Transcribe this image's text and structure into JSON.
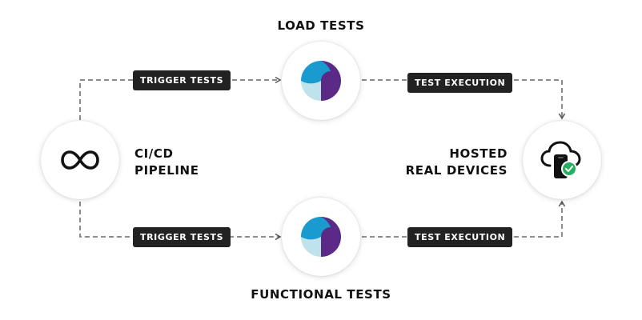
{
  "diagram": {
    "nodes": {
      "ci_cd": {
        "title_line1": "CI/CD",
        "title_line2": "PIPELINE",
        "icon": "infinity-icon"
      },
      "load_tests": {
        "title": "LOAD TESTS",
        "icon": "app-logo-icon"
      },
      "functional_tests": {
        "title": "FUNCTIONAL TESTS",
        "icon": "app-logo-icon"
      },
      "devices": {
        "title_line1": "HOSTED",
        "title_line2": "REAL DEVICES",
        "icon": "cloud-device-check-icon"
      }
    },
    "edges": {
      "trigger_top": "TRIGGER TESTS",
      "trigger_bottom": "TRIGGER TESTS",
      "execution_top": "TEST EXECUTION",
      "execution_bottom": "TEST EXECUTION"
    }
  },
  "colors": {
    "label_bg": "#222222",
    "logo_blue": "#1a9bd0",
    "logo_purple": "#5b2a86",
    "logo_light": "#bfe3ec",
    "check_green": "#27ae60"
  }
}
